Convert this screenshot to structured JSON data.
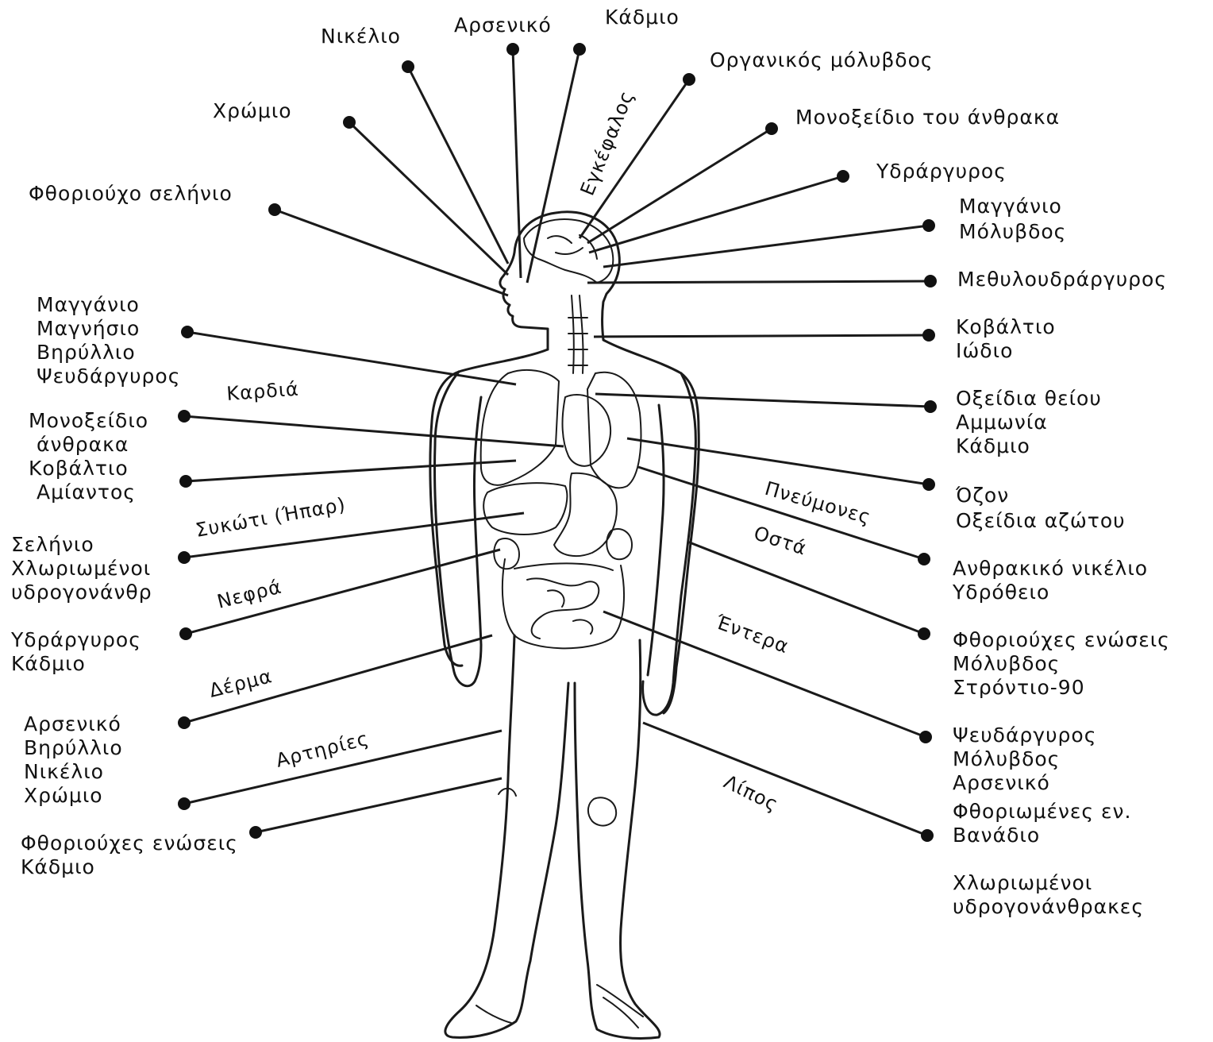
{
  "organs": {
    "brain": "Εγκέφαλος",
    "heart": "Καρδιά",
    "liver": "Συκώτι (Ήπαρ)",
    "kidneys": "Νεφρά",
    "skin": "Δέρμα",
    "arteries": "Αρτηρίες",
    "lungs": "Πνεύμονες",
    "bones": "Οστά",
    "intestines": "Έντερα",
    "fat": "Λίπος"
  },
  "top_labels": [
    {
      "id": "nickel-top",
      "lines": [
        "Νικέλιο"
      ]
    },
    {
      "id": "arsenic-top",
      "lines": [
        "Αρσενικό"
      ]
    },
    {
      "id": "cadmium-top",
      "lines": [
        "Κάδμιο"
      ]
    },
    {
      "id": "organic-lead",
      "lines": [
        "Οργανικός μόλυβδος"
      ]
    },
    {
      "id": "chromium-top",
      "lines": [
        "Χρώμιο"
      ]
    },
    {
      "id": "carbon-monoxide-top",
      "lines": [
        "Μονοξείδιο του άνθρακα"
      ]
    },
    {
      "id": "fluoro-selenium",
      "lines": [
        "Φθοριούχο σελήνιο"
      ]
    },
    {
      "id": "mercury-top",
      "lines": [
        "Υδράργυρος"
      ]
    }
  ],
  "left_labels": [
    {
      "id": "left-group-1",
      "lines": [
        "Μαγγάνιο",
        "Μαγνήσιο",
        "Βηρύλλιο",
        "Ψευδάργυρος"
      ]
    },
    {
      "id": "left-group-2",
      "lines": [
        "Μονοξείδιο",
        "άνθρακα"
      ]
    },
    {
      "id": "left-group-3",
      "lines": [
        "Κοβάλτιο",
        "Αμίαντος"
      ]
    },
    {
      "id": "left-group-4",
      "lines": [
        "Σελήνιο",
        "Χλωριωμένοι",
        "υδρογονάνθρ"
      ]
    },
    {
      "id": "left-group-5",
      "lines": [
        "Υδράργυρος",
        "Κάδμιο"
      ]
    },
    {
      "id": "left-group-6",
      "lines": [
        "Αρσενικό",
        "Βηρύλλιο",
        "Νικέλιο",
        "Χρώμιο"
      ]
    },
    {
      "id": "left-group-7",
      "lines": [
        "Φθοριούχες ενώσεις",
        "Κάδμιο"
      ]
    }
  ],
  "right_labels": [
    {
      "id": "right-group-1",
      "lines": [
        "Μαγγάνιο",
        "Μόλυβδος"
      ]
    },
    {
      "id": "right-group-2",
      "lines": [
        "Μεθυλουδράργυρος"
      ]
    },
    {
      "id": "right-group-3",
      "lines": [
        "Κοβάλτιο",
        "Ιώδιο"
      ]
    },
    {
      "id": "right-group-4",
      "lines": [
        "Οξείδια θείου",
        "Αμμωνία",
        "Κάδμιο"
      ]
    },
    {
      "id": "right-group-5",
      "lines": [
        "Όζον",
        "Οξείδια αζώτου"
      ]
    },
    {
      "id": "right-group-6",
      "lines": [
        "Ανθρακικό νικέλιο",
        "Υδρόθειο"
      ]
    },
    {
      "id": "right-group-7",
      "lines": [
        "Φθοριούχες ενώσεις",
        "Μόλυβδος",
        "Στρόντιο-90"
      ]
    },
    {
      "id": "right-group-8",
      "lines": [
        "Ψευδάργυρος",
        "Μόλυβδος",
        "Αρσενικό"
      ]
    },
    {
      "id": "right-group-9",
      "lines": [
        "Φθοριωμένες εν.",
        "Βανάδιο"
      ]
    },
    {
      "id": "right-group-10",
      "lines": [
        "Χλωριωμένοι",
        "υδρογονάνθρακες"
      ]
    }
  ]
}
